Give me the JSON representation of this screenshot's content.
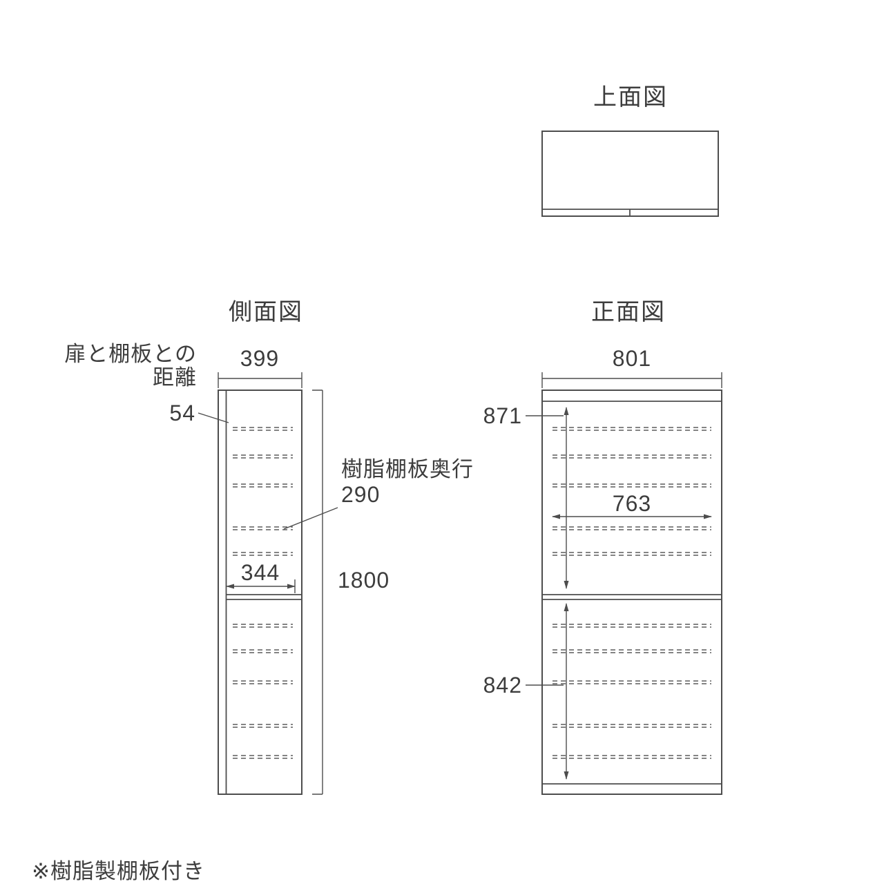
{
  "colors": {
    "background": "#ffffff",
    "line": "#4d4d4d",
    "text": "#3d3d3d"
  },
  "footnote": {
    "text": "※樹脂製棚板付き"
  },
  "top_view": {
    "title": "上面図"
  },
  "side_view": {
    "title": "側面図",
    "overall_depth": "399",
    "overall_height": "1800",
    "inner_depth": "344",
    "door_gap_label_line1": "扉と棚板との",
    "door_gap_label_line2": "距離",
    "door_gap_value": "54",
    "shelf_depth_label": "樹脂棚板奥行",
    "shelf_depth_value": "290"
  },
  "front_view": {
    "title": "正面図",
    "overall_width": "801",
    "upper_inner_height": "871",
    "inner_width": "763",
    "lower_inner_height": "842"
  }
}
